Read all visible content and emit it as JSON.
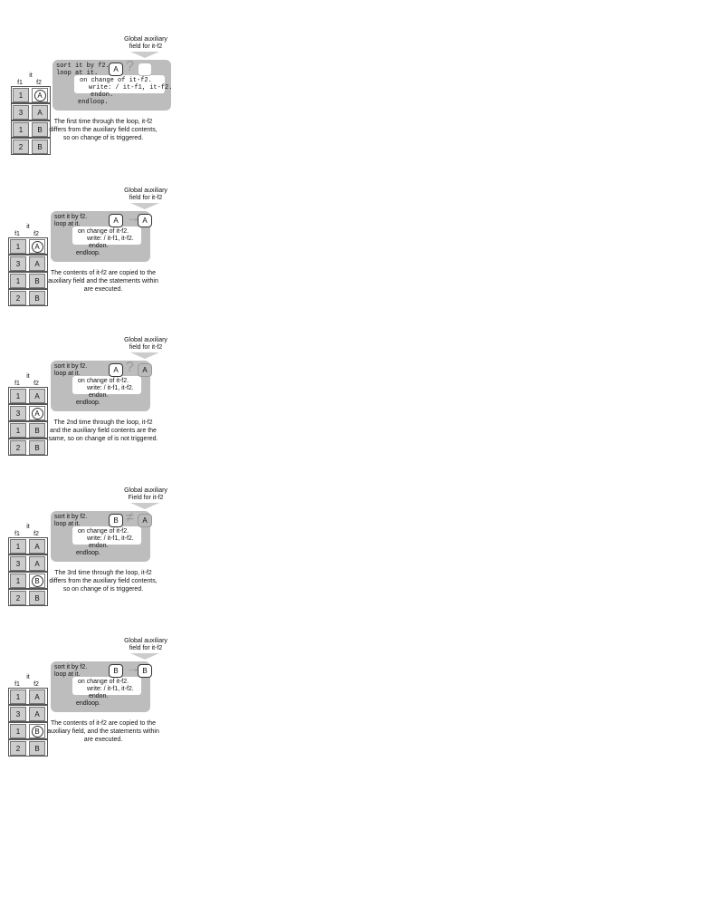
{
  "panels": [
    {
      "aux_label": [
        "Global auxiliary",
        "field for it-f2"
      ],
      "table_header": {
        "name": "it",
        "cols": [
          "f1",
          "f2"
        ]
      },
      "rows": [
        [
          "1",
          "A"
        ],
        [
          "3",
          "A"
        ],
        [
          "1",
          "B"
        ],
        [
          "2",
          "B"
        ]
      ],
      "highlight_row": 0,
      "code": {
        "sort": "sort it by f2.",
        "loop": "loop at it.",
        "onchange": "on change of it-f2.",
        "write": "write: / it-f1, it-f2.",
        "endon": "endon.",
        "endloop": "endloop."
      },
      "compare": {
        "left": "A",
        "op": "?",
        "right": ""
      },
      "caption": [
        "The first time through the loop, it-f2",
        "differs from the auxiliary field contents,",
        "so on change of is triggered."
      ]
    },
    {
      "aux_label": [
        "Global auxiliary",
        "field for it-f2"
      ],
      "table_header": {
        "name": "it",
        "cols": [
          "f1",
          "f2"
        ]
      },
      "rows": [
        [
          "1",
          "A"
        ],
        [
          "3",
          "A"
        ],
        [
          "1",
          "B"
        ],
        [
          "2",
          "B"
        ]
      ],
      "highlight_row": 0,
      "code": {
        "sort": "sort it by f2.",
        "loop": "loop at it.",
        "onchange": "on change of it-f2.",
        "write": "write: / it-f1, it-f2.",
        "endon": "endon.",
        "endloop": "endloop."
      },
      "compare": {
        "left": "A",
        "op": "→",
        "right": "A"
      },
      "caption": [
        "The contents of it-f2 are copied to the",
        "auxiliary field and the statements within",
        "are executed."
      ]
    },
    {
      "aux_label": [
        "Global auxiliary",
        "field for it-f2"
      ],
      "table_header": {
        "name": "it",
        "cols": [
          "f1",
          "f2"
        ]
      },
      "rows": [
        [
          "1",
          "A"
        ],
        [
          "3",
          "A"
        ],
        [
          "1",
          "B"
        ],
        [
          "2",
          "B"
        ]
      ],
      "highlight_row": 1,
      "code": {
        "sort": "sort it by f2.",
        "loop": "loop at it.",
        "onchange": "on change of it-f2.",
        "write": "write: / it-f1, it-f2.",
        "endon": "endon.",
        "endloop": "endloop."
      },
      "compare": {
        "left": "A",
        "op": "?",
        "right": "A"
      },
      "caption": [
        "The 2nd time through the loop, it-f2",
        "and the auxiliary field contents are the",
        "same, so on change of is not triggered."
      ]
    },
    {
      "aux_label": [
        "Global auxiliary",
        "Field for it-f2"
      ],
      "table_header": {
        "name": "it",
        "cols": [
          "f1",
          "f2"
        ]
      },
      "rows": [
        [
          "1",
          "A"
        ],
        [
          "3",
          "A"
        ],
        [
          "1",
          "B"
        ],
        [
          "2",
          "B"
        ]
      ],
      "highlight_row": 2,
      "code": {
        "sort": "sort it by f2.",
        "loop": "loop at it.",
        "onchange": "on change of it-f2.",
        "write": "write: / it-f1, it-f2.",
        "endon": "endon.",
        "endloop": "endloop."
      },
      "compare": {
        "left": "B",
        "op": "≠",
        "right": "A"
      },
      "caption": [
        "The 3rd time through the loop, it-f2",
        "differs from the auxiliary field contents,",
        "so on change of is triggered."
      ]
    },
    {
      "aux_label": [
        "Global auxiliary",
        "field for it-f2"
      ],
      "table_header": {
        "name": "it",
        "cols": [
          "f1",
          "f2"
        ]
      },
      "rows": [
        [
          "1",
          "A"
        ],
        [
          "3",
          "A"
        ],
        [
          "1",
          "B"
        ],
        [
          "2",
          "B"
        ]
      ],
      "highlight_row": 2,
      "code": {
        "sort": "sort it by f2.",
        "loop": "loop at it.",
        "onchange": "on change of it-f2.",
        "write": "write: / it-f1, it-f2.",
        "endon": "endon.",
        "endloop": "endloop."
      },
      "compare": {
        "left": "B",
        "op": "→",
        "right": "B"
      },
      "caption": [
        "The contents of it-f2 are copied to the",
        "auxiliary field, and the statements within",
        "are executed."
      ]
    }
  ]
}
